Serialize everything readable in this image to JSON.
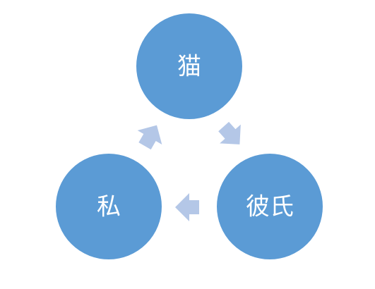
{
  "diagram": {
    "type": "basic-cycle",
    "colors": {
      "node_fill": "#5b9bd5",
      "node_text": "#ffffff",
      "arrow_fill": "#b4c7e7",
      "background": "#ffffff"
    },
    "nodes": [
      {
        "id": "cat",
        "label": "猫"
      },
      {
        "id": "boyfriend",
        "label": "彼氏"
      },
      {
        "id": "me",
        "label": "私"
      }
    ],
    "edges": [
      {
        "from": "cat",
        "to": "boyfriend"
      },
      {
        "from": "boyfriend",
        "to": "me"
      },
      {
        "from": "me",
        "to": "cat"
      }
    ]
  }
}
